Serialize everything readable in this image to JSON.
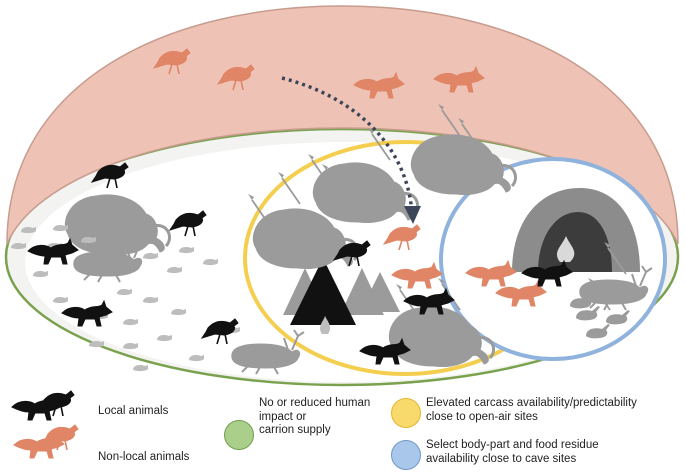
{
  "legend": {
    "local_animals": "Local animals",
    "nonlocal_animals": "Non-local animals",
    "green_text": [
      "No or reduced human",
      "impact or",
      "carrion supply"
    ],
    "yellow_text": [
      "Elevated carcass availability/predictability",
      "close to open-air sites"
    ],
    "blue_text": [
      "Select body-part and food residue",
      "availability close to cave sites"
    ]
  },
  "colors": {
    "dome": "#eec3b6",
    "outer_ring": "#7aa24e",
    "yellow_ring": "#f4cf4f",
    "blue_ring": "#8fb3dc",
    "green_fill": "#a9cf8a",
    "yellow_fill": "#f7d96c",
    "blue_fill": "#a9c7ea",
    "local_animal": "#111111",
    "nonlocal_animal": "#e08566",
    "carcass": "#9b9b9b",
    "arrow": "#3c4658"
  },
  "icons": [
    "raven-icon",
    "fox-icon",
    "mammoth-carcass-icon",
    "deer-carcass-icon",
    "tent-icon",
    "cave-icon",
    "fire-icon",
    "spear-icon",
    "rodent-icon",
    "hare-icon"
  ]
}
